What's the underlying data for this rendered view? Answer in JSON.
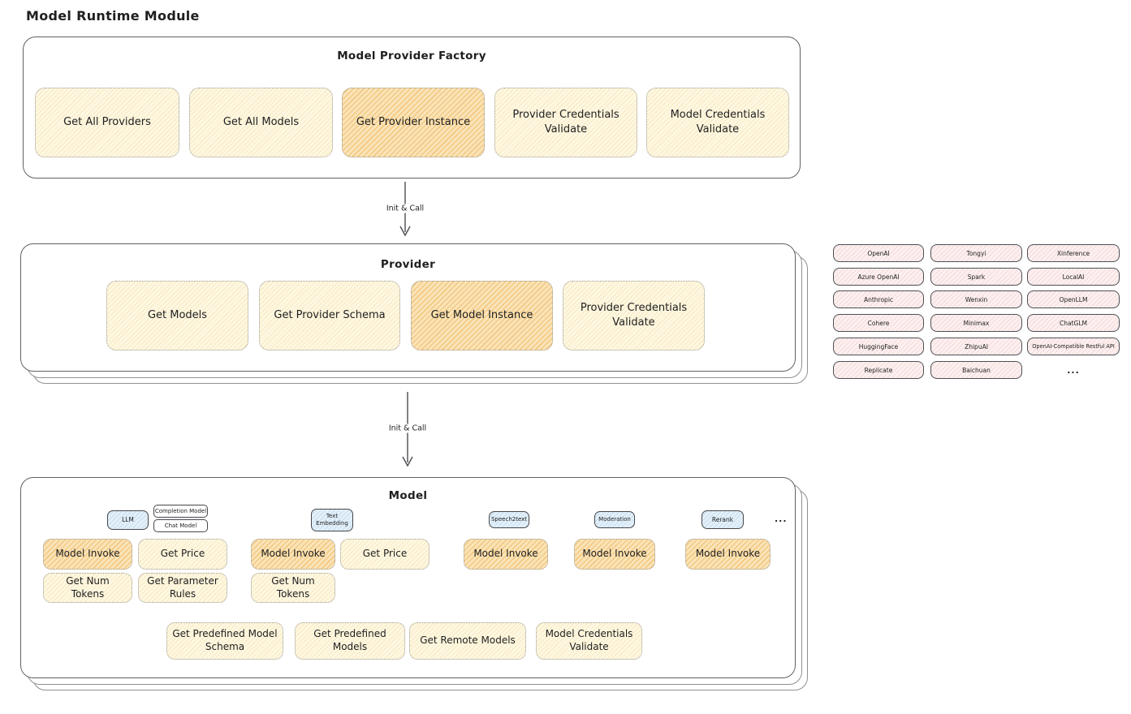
{
  "title": "Model Runtime Module",
  "colors": {
    "yellow_light": "#fdf8e3",
    "yellow_highlight": "#fae4b8",
    "pink": "#fcf0f0",
    "blue": "#e4f0f9",
    "box_border": "#5f6165"
  },
  "factory": {
    "title": "Model Provider Factory",
    "functions": [
      {
        "label": "Get All Providers",
        "highlight": false
      },
      {
        "label": "Get All Models",
        "highlight": false
      },
      {
        "label": "Get Provider Instance",
        "highlight": true
      },
      {
        "label": "Provider Credentials Validate",
        "highlight": false
      },
      {
        "label": "Model Credentials Validate",
        "highlight": false
      }
    ]
  },
  "arrow1": {
    "label": "Init & Call"
  },
  "arrow2": {
    "label": "Init & Call"
  },
  "provider": {
    "title": "Provider",
    "functions": [
      {
        "label": "Get Models",
        "highlight": false
      },
      {
        "label": "Get Provider Schema",
        "highlight": false
      },
      {
        "label": "Get Model Instance",
        "highlight": true
      },
      {
        "label": "Provider Credentials Validate",
        "highlight": false
      }
    ]
  },
  "providers_grid": {
    "items": [
      "OpenAI",
      "Tongyi",
      "Xinference",
      "Azure OpenAI",
      "Spark",
      "LocalAI",
      "Anthropic",
      "Wenxin",
      "OpenLLM",
      "Cohere",
      "Minimax",
      "ChatGLM",
      "HuggingFace",
      "ZhipuAI",
      "OpenAI-Compatible Restful API",
      "Replicate",
      "Baichuan"
    ],
    "ellipsis": "..."
  },
  "model": {
    "title": "Model",
    "tabs": [
      {
        "label": "LLM",
        "type": "blue"
      },
      {
        "label": "Completion Model",
        "type": "white"
      },
      {
        "label": "Chat Model",
        "type": "white"
      },
      {
        "label": "Text Embedding",
        "type": "blue"
      },
      {
        "label": "Speech2text",
        "type": "blue"
      },
      {
        "label": "Moderation",
        "type": "blue"
      },
      {
        "label": "Rerank",
        "type": "blue"
      }
    ],
    "tabs_ellipsis": "...",
    "functions_row1": [
      {
        "label": "Model Invoke",
        "highlight": true
      },
      {
        "label": "Get Price",
        "highlight": false
      },
      {
        "label": "Model Invoke",
        "highlight": true
      },
      {
        "label": "Get Price",
        "highlight": false
      },
      {
        "label": "Model Invoke",
        "highlight": true
      },
      {
        "label": "Model Invoke",
        "highlight": true
      },
      {
        "label": "Model Invoke",
        "highlight": true
      }
    ],
    "functions_row2": [
      {
        "label": "Get Num Tokens"
      },
      {
        "label": "Get Parameter Rules"
      },
      {
        "label": "Get Num Tokens"
      }
    ],
    "functions_bottom": [
      {
        "label": "Get Predefined Model Schema"
      },
      {
        "label": "Get Predefined Models"
      },
      {
        "label": "Get Remote Models"
      },
      {
        "label": "Model Credentials Validate"
      }
    ]
  }
}
